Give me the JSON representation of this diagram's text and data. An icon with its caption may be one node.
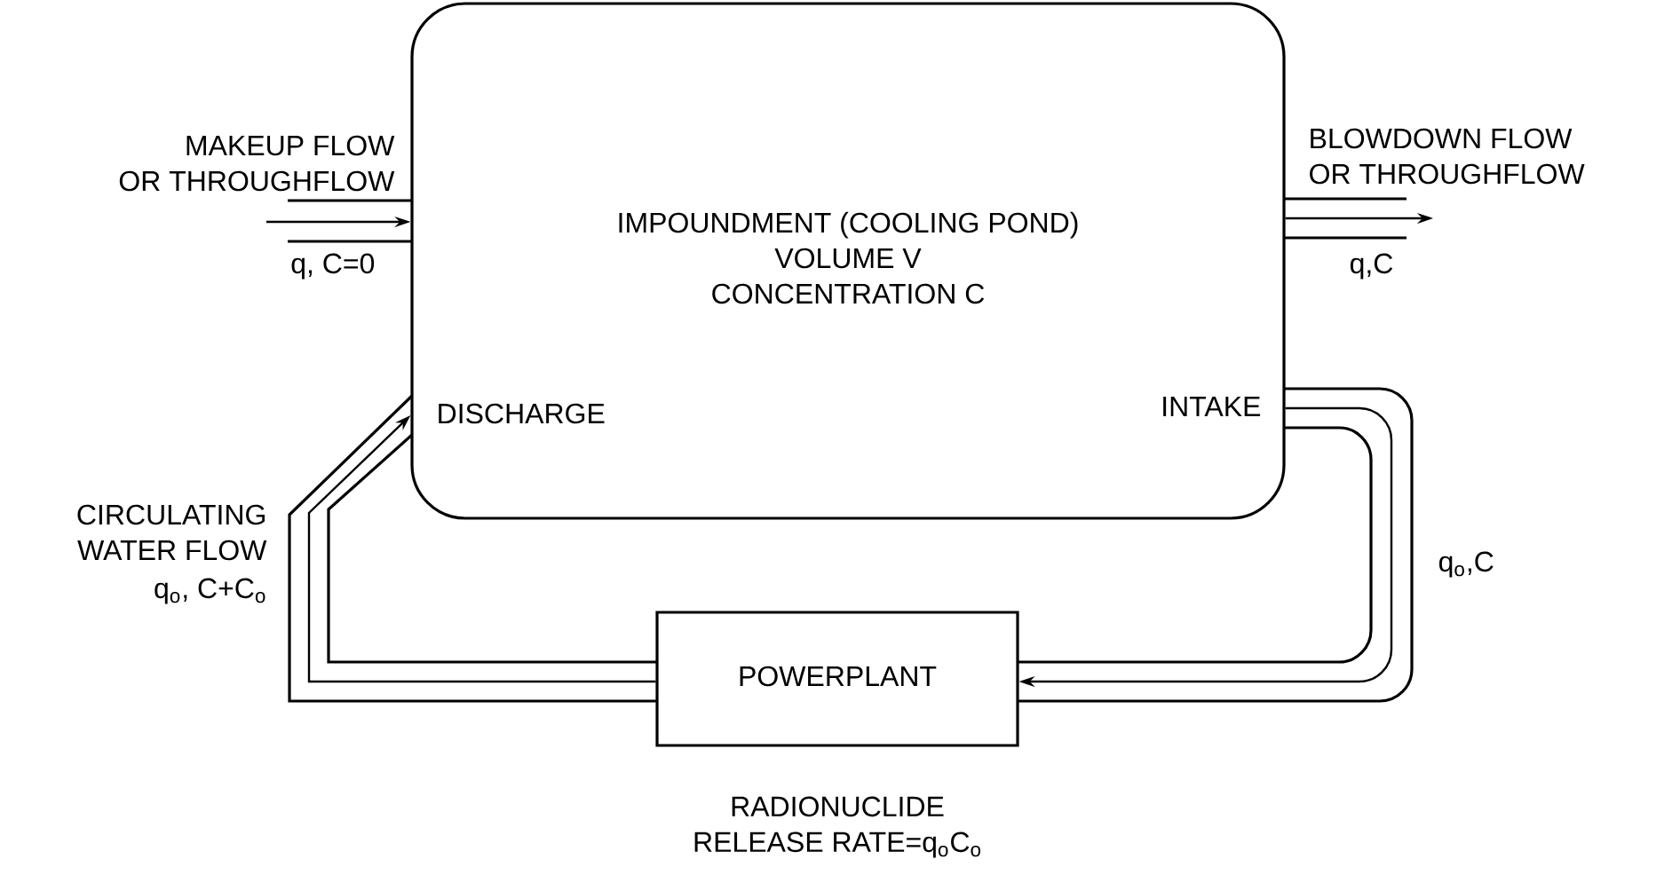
{
  "diagram": {
    "nodes": [
      {
        "text": [
          "IMPOUNDMENT (COOLING POND)",
          "VOLUME V",
          "CONCENTRATION C"
        ]
      },
      {
        "text": [
          "POWERPLANT"
        ],
        "beside": [
          "RADIONUCLIDE RELEASE RATE=q$_{o}$C$_{o}$"
        ]
      }
    ],
    "edges": [
      {
        "from": null,
        "to": 0,
        "arrow": "to",
        "label": "MAKEUP FLOW OR THROUGHFLOW"
      },
      {
        "from": 0,
        "to": null,
        "arrow": "to",
        "label": "BLOWDOWN FLOW OR THROUGHFLOW"
      },
      {
        "from": 0,
        "to": 1,
        "arrow": "to",
        "label": "q$_{o}$,C"
      },
      {
        "from": 1,
        "to": 0,
        "arrow": "to",
        "label": "CIRCULATING WATER FLOW"
      }
    ],
    "labels": [
      "q, C=0",
      "q,C",
      "DISCHARGE",
      "INTAKE",
      "q$_{o}$, C+C$_{o}$"
    ]
  }
}
